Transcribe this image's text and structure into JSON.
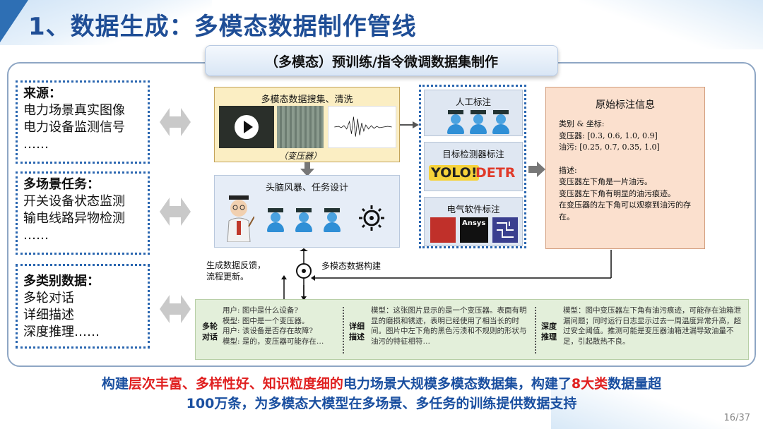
{
  "title": "1、数据生成：多模态数据制作管线",
  "banner": "（多模态）预训练/指令微调数据集制作",
  "sources": {
    "heading": "来源：",
    "lines": [
      "电力场景真实图像",
      "电力设备监测信号",
      "……"
    ]
  },
  "scenarios": {
    "heading": "多场景任务：",
    "lines": [
      "开关设备状态监测",
      "输电线路异物检测",
      "……"
    ]
  },
  "categories": {
    "heading": "多类别数据：",
    "lines": [
      "多轮对话",
      "详细描述",
      "深度推理……"
    ]
  },
  "collect": {
    "caption": "多模态数据搜集、清洗",
    "sub": "（变压器）"
  },
  "brainstorm": {
    "caption": "头脑风暴、任务设计"
  },
  "annotation": {
    "manual": "人工标注",
    "detector": "目标检测器标注",
    "yolo": "YOLO!",
    "detr": "DETR",
    "software": "电气软件标注",
    "ansys": "Ansys"
  },
  "original": {
    "caption": "原始标注信息",
    "lines": [
      "类别 & 坐标:",
      "变压器: [0.3, 0.6, 1.0, 0.9]",
      "油污: [0.25, 0.7, 0.35, 1.0]",
      "",
      "描述:",
      "变压器左下角是一片油污。",
      "变压器左下角有明显的油污痕迹。",
      "在变压器的左下角可以观察到油污的存在。"
    ]
  },
  "feedback": [
    "生成数据反馈，",
    "流程更新。"
  ],
  "build_label": "多模态数据构建",
  "samples": [
    {
      "label": [
        "多轮",
        "对话"
      ],
      "text": "用户: 图中是什么设备?\n模型: 图中是一个变压器。\n用户: 该设备是否存在故障?\n模型: 是的，变压器可能存在…"
    },
    {
      "label": [
        "详细",
        "描述"
      ],
      "text": "模型：这张图片显示的是一个变压器。表面有明显的磨损和锈迹，表明已经使用了相当长的时间。图片中左下角的黑色污渍和不规则的形状与油污的特征相符…"
    },
    {
      "label": [
        "深度",
        "推理"
      ],
      "text": "模型：图中变压器左下角有油污痕迹，可能存在油箱泄漏问题；同时运行日志显示过去一周温度异常升高，超过安全阈值。推测可能是变压器油箱泄漏导致油量不足，引起散热不良。"
    }
  ],
  "bottom": {
    "p1": "构建",
    "r1": "层次丰富、多样性好、知识粒度细的",
    "p2": "电力场景大规模多模态数据集，构建了",
    "r2": "8大类",
    "p3": "数据量超",
    "line2": "100万条，为多模态大模型在多场景、多任务的训练提供数据支持"
  },
  "page_number": "16/37",
  "colors": {
    "title": "#1f4e96",
    "accent_red": "#e02020",
    "dotted_border": "#2a66b0"
  }
}
